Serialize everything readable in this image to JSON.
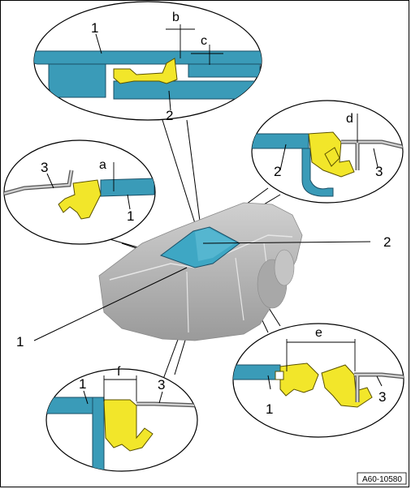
{
  "labels": {
    "part_1": "1",
    "part_2": "2",
    "part_3": "3",
    "dim_a": "a",
    "dim_b": "b",
    "dim_c": "c",
    "dim_d": "d",
    "dim_e": "e",
    "dim_f": "f"
  },
  "reference": "A60-10580",
  "colors": {
    "panel_teal": "#3a9bb8",
    "seal_yellow": "#f2e62a",
    "car_grey": "#b8b8b8"
  }
}
